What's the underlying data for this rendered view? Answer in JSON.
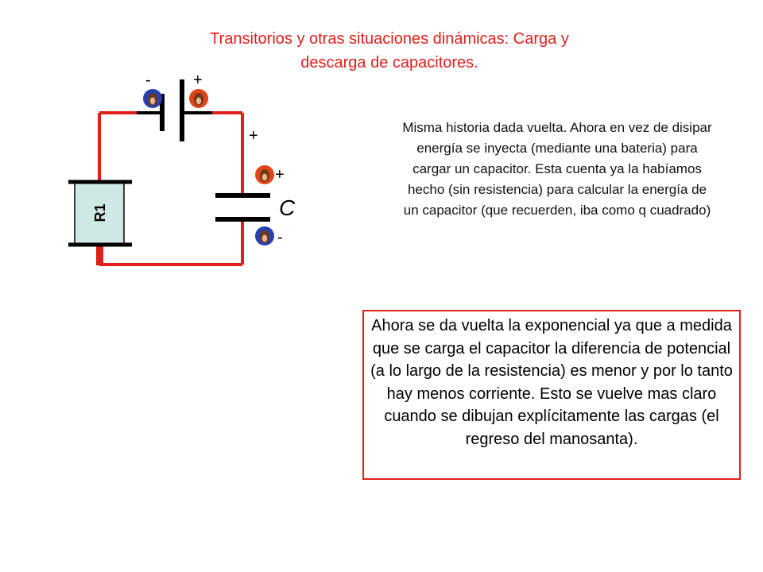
{
  "title": {
    "line1": "Transitorios y otras situaciones dinámicas: Carga y",
    "line2": "descarga de capacitores."
  },
  "circuit": {
    "resistor_label": "R1",
    "capacitor_label": "C",
    "battery_minus": "-",
    "battery_plus": "+",
    "wire_plus": "+",
    "cap_plus": "+",
    "cap_minus": "-",
    "colors": {
      "wire": "#e0201b",
      "resistor_fill": "#cfe8e4",
      "plate": "#000000"
    }
  },
  "note": {
    "text": "Misma historia dada vuelta. Ahora en vez de disipar energía se inyecta (mediante una bateria) para cargar un capacitor. Esta cuenta ya la habíamos hecho (sin resistencia) para calcular la energía de un capacitor (que recuerden, iba como q cuadrado)"
  },
  "box": {
    "text": "Ahora se da vuelta la exponencial ya que a medida que se carga el capacitor la diferencia de potencial (a lo largo de la resistencia) es menor y por lo tanto hay menos corriente. Esto se vuelve mas claro cuando se dibujan explícitamente las cargas (el regreso del manosanta).",
    "border_color": "#e0201b"
  }
}
